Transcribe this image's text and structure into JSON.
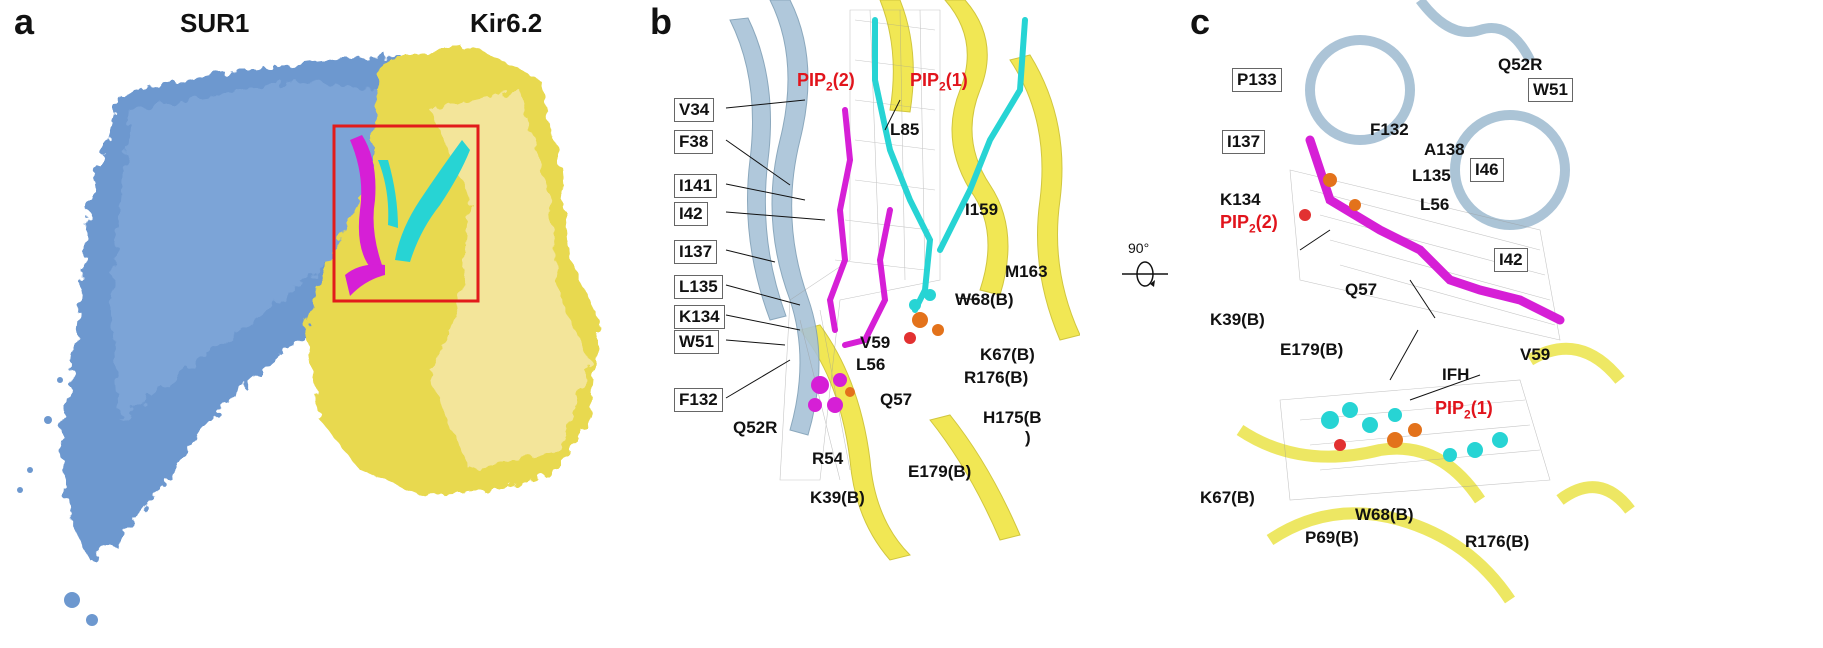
{
  "panels": {
    "a": {
      "letter": "a",
      "titles": [
        "SUR1",
        "Kir6.2"
      ]
    },
    "b": {
      "letter": "b",
      "pip2": {
        "main": "PIP",
        "sub": "2",
        "rest": "(2)"
      },
      "pip1": {
        "main": "PIP",
        "sub": "2",
        "rest": "(1)"
      },
      "boxed": [
        "V34",
        "F38",
        "I141",
        "I42",
        "I137",
        "L135",
        "K134",
        "W51",
        "F132"
      ],
      "labels": [
        "L85",
        "I159",
        "M163",
        "W68(B)",
        "K67(B)",
        "V59",
        "L56",
        "R176(B)",
        "H175(B",
        ")",
        "Q57",
        "Q52R",
        "R54",
        "E179(B)",
        "K39(B)"
      ]
    },
    "rotation": {
      "text": "90°"
    },
    "c": {
      "letter": "c",
      "pip2": {
        "main": "PIP",
        "sub": "2",
        "rest": "(2)"
      },
      "pip1": {
        "main": "PIP",
        "sub": "2",
        "rest": "(1)"
      },
      "boxed": [
        "P133",
        "W51",
        "I137",
        "I46",
        "I42"
      ],
      "labels": [
        "Q52R",
        "F132",
        "A138",
        "L135",
        "K134",
        "L56",
        "Q57",
        "K39(B)",
        "E179(B)",
        "V59",
        "IFH",
        "K67(B)",
        "W68(B)",
        "P69(B)",
        "R176(B)"
      ]
    }
  },
  "colors": {
    "sur1": "#7ea6d8",
    "kir": "#e7d548",
    "kir_light": "#f3e59a",
    "pip2": "#d61fd6",
    "pip1": "#27d4d4",
    "box": "#e21b1b",
    "helix": "#e8e030",
    "helix_blue": "#9dbad0"
  }
}
